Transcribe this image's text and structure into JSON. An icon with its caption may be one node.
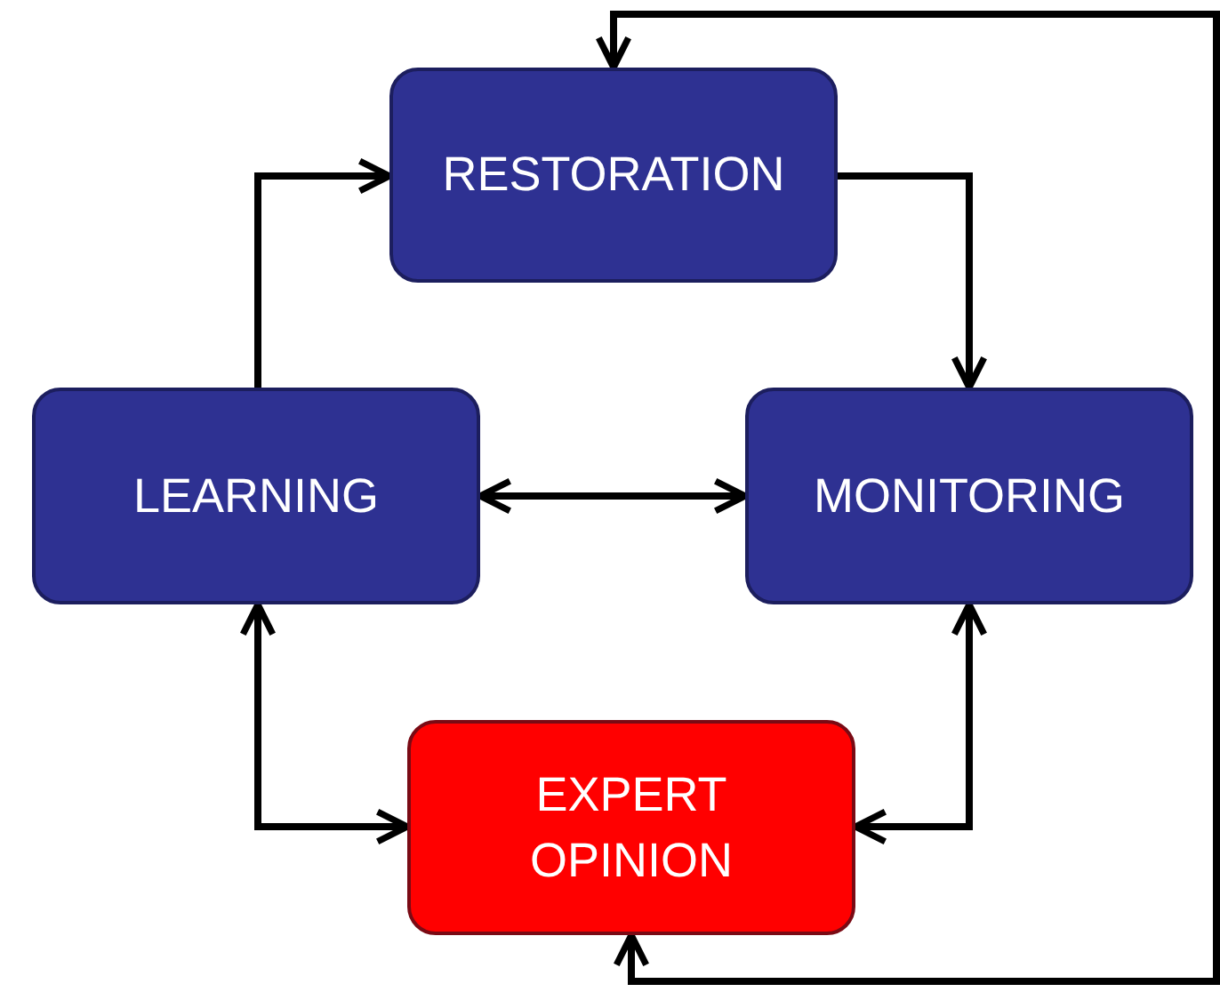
{
  "diagram": {
    "nodes": [
      {
        "text": [
          "RESTORATION"
        ]
      },
      {
        "text": [
          "LEARNING"
        ]
      },
      {
        "text": [
          "MONITORING"
        ]
      },
      {
        "text": [
          "EXPERT OPINION"
        ]
      }
    ],
    "edges": [
      {
        "from": 1,
        "to": 0,
        "arrow": "to"
      },
      {
        "from": 0,
        "to": 2,
        "arrow": "to"
      },
      {
        "from": 1,
        "to": 2,
        "arrow": "both"
      },
      {
        "from": 1,
        "to": 3,
        "arrow": "both"
      },
      {
        "from": 2,
        "to": 3,
        "arrow": "both"
      },
      {
        "from": 3,
        "to": 0,
        "arrow": "both"
      }
    ]
  }
}
